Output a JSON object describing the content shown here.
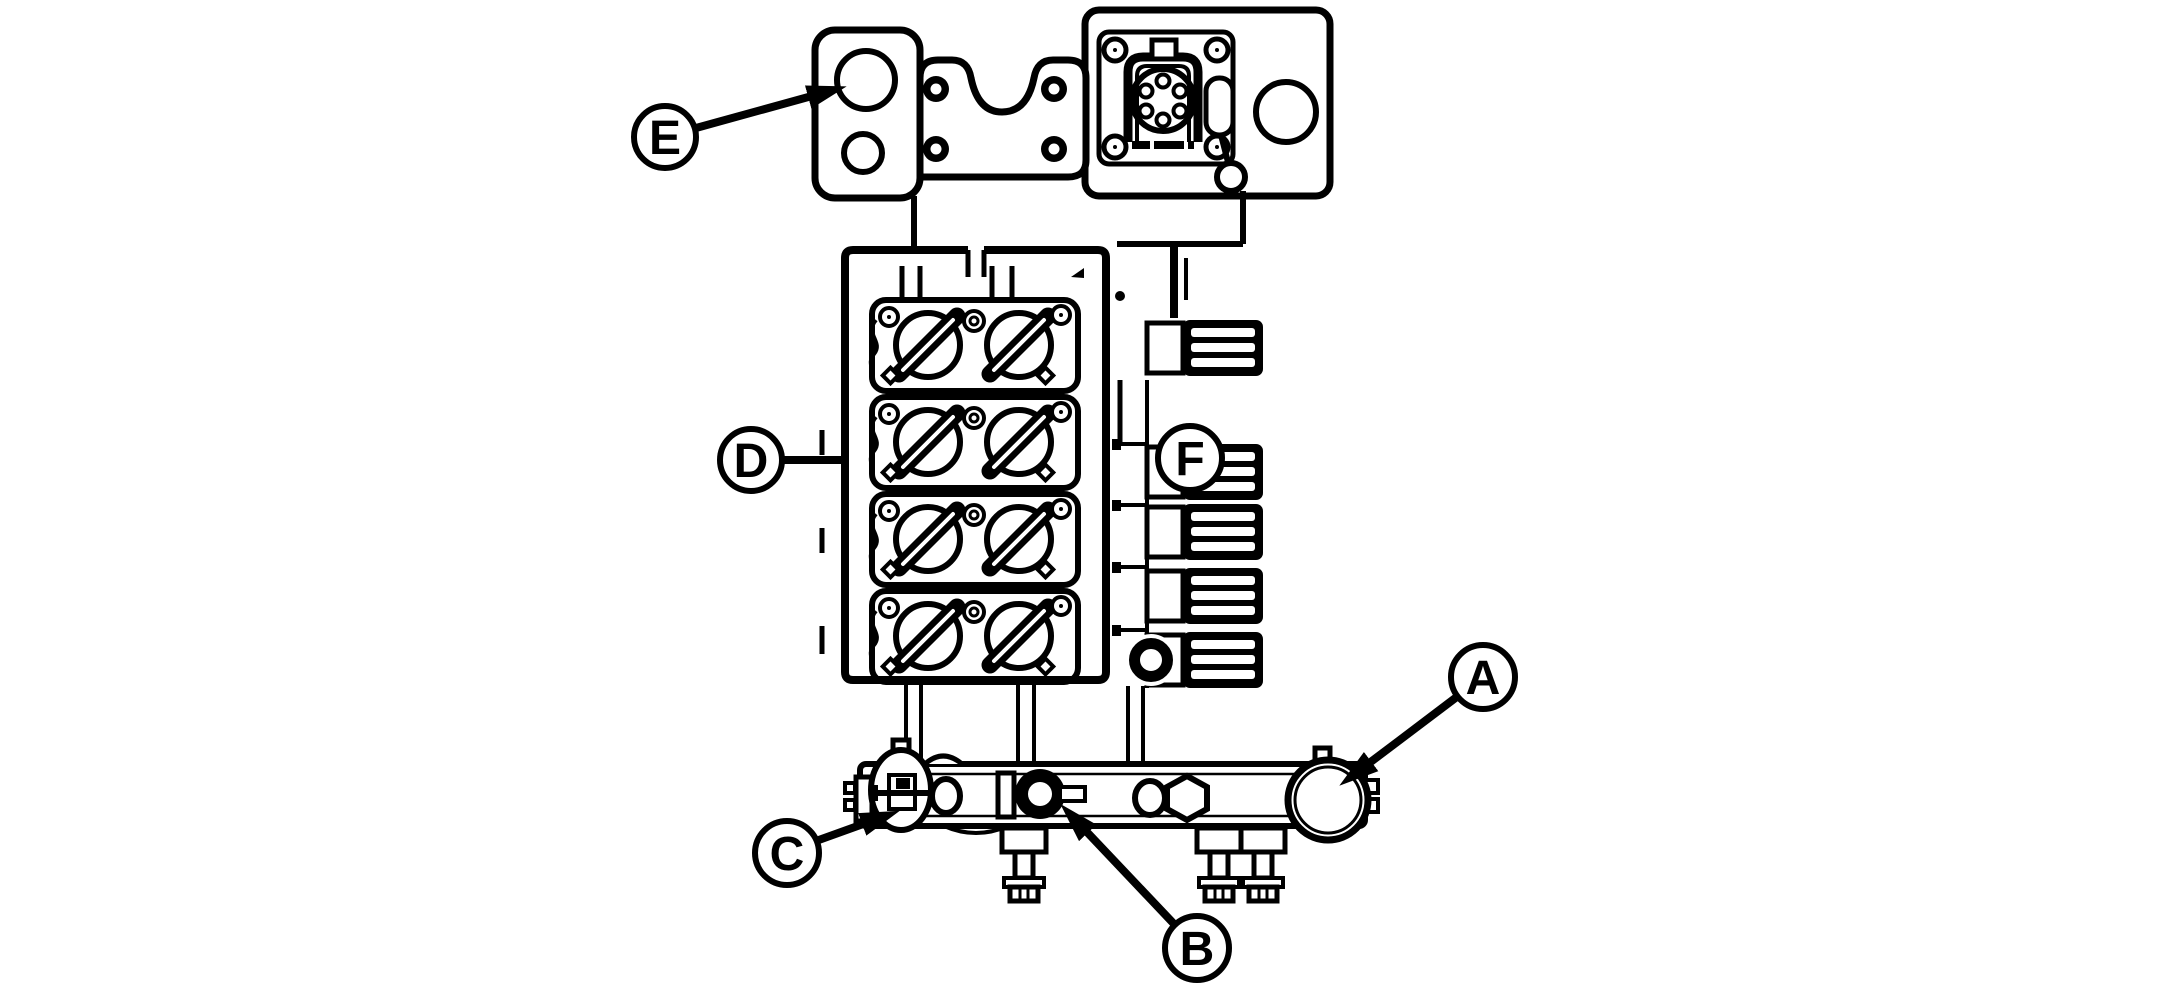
{
  "figure": {
    "background_color": "#ffffff",
    "line_color": "#000000",
    "description_labels_visible": [
      "A",
      "B",
      "C",
      "D",
      "E",
      "F"
    ],
    "callouts": {
      "A": {
        "label": "A",
        "target": "manifold-right-end-port"
      },
      "B": {
        "label": "B",
        "target": "manifold-center-port"
      },
      "C": {
        "label": "C",
        "target": "manifold-relief-valve-port"
      },
      "D": {
        "label": "D",
        "target": "valve-block"
      },
      "E": {
        "label": "E",
        "target": "bracket-mounting-hole"
      },
      "F": {
        "label": "F",
        "target": "solenoid-connector-bank"
      }
    }
  }
}
